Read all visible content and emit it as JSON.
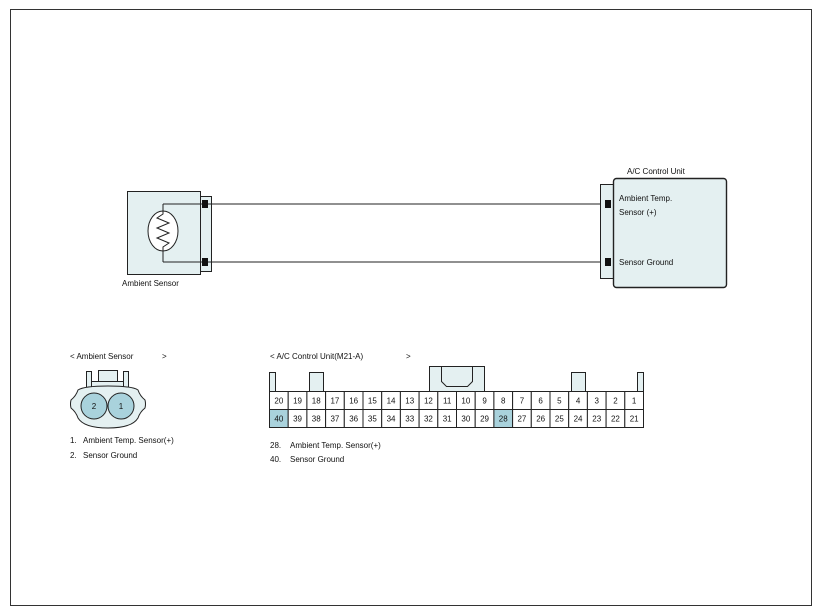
{
  "sensor": {
    "name": "Ambient Sensor"
  },
  "control_unit": {
    "name": "A/C Control Unit",
    "pin_labels": [
      "Ambient Temp.",
      "Sensor (+)",
      "Sensor Ground"
    ]
  },
  "connector_sensor": {
    "title_left": "< Ambient Sensor",
    "title_right": ">",
    "pins": [
      "2",
      "1"
    ],
    "legend": [
      {
        "num": "1.",
        "text": "Ambient Temp. Sensor(+)"
      },
      {
        "num": "2.",
        "text": "Sensor Ground"
      }
    ]
  },
  "connector_unit": {
    "title_left": "< A/C Control Unit(M21-A)",
    "title_right": ">",
    "row_top": [
      "20",
      "19",
      "18",
      "17",
      "16",
      "15",
      "14",
      "13",
      "12",
      "11",
      "10",
      "9",
      "8",
      "7",
      "6",
      "5",
      "4",
      "3",
      "2",
      "1"
    ],
    "row_bottom": [
      "40",
      "39",
      "38",
      "37",
      "36",
      "35",
      "34",
      "33",
      "32",
      "31",
      "30",
      "29",
      "28",
      "27",
      "26",
      "25",
      "24",
      "23",
      "22",
      "21"
    ],
    "highlighted": [
      "40",
      "28"
    ],
    "highlight_color": "#a9d2dc",
    "legend": [
      {
        "num": "28.",
        "text": "Ambient Temp. Sensor(+)"
      },
      {
        "num": "40.",
        "text": "Sensor Ground"
      }
    ]
  },
  "colors": {
    "component_fill": "#e4f0f1",
    "pin_fill": "#a9d2dc",
    "line": "#222222"
  }
}
